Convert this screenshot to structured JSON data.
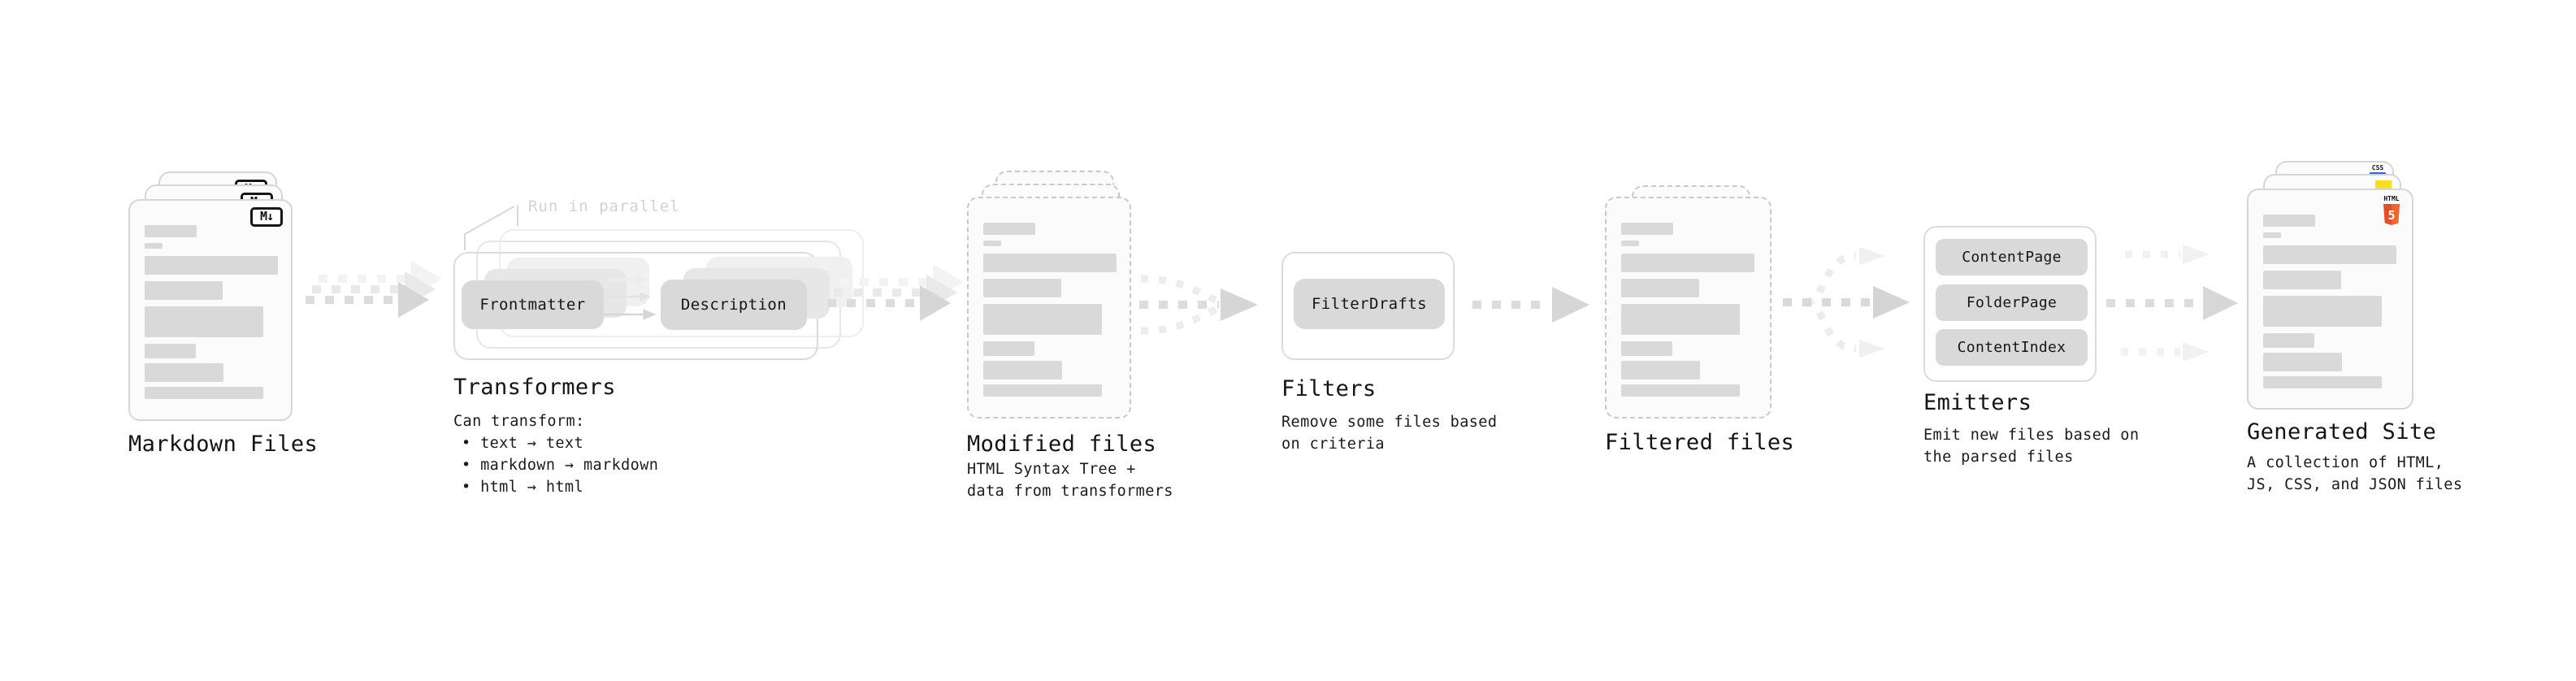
{
  "stages": {
    "markdown_files": {
      "label": "Markdown Files",
      "badge": "M↓"
    },
    "transformers": {
      "label": "Transformers",
      "annotation": "Run in parallel",
      "pill_left": "Frontmatter",
      "pill_right": "Description",
      "desc_heading": "Can transform:",
      "bullets": [
        "• text → text",
        "• markdown → markdown",
        "• html → html"
      ]
    },
    "modified_files": {
      "label": "Modified files",
      "desc": [
        "HTML Syntax Tree +",
        "data from transformers"
      ]
    },
    "filters": {
      "label": "Filters",
      "pill": "FilterDrafts",
      "desc": [
        "Remove some files based",
        "on criteria"
      ]
    },
    "filtered_files": {
      "label": "Filtered files"
    },
    "emitters": {
      "label": "Emitters",
      "pills": [
        "ContentPage",
        "FolderPage",
        "ContentIndex"
      ],
      "desc": [
        "Emit new files based on",
        "the parsed files"
      ]
    },
    "generated_site": {
      "label": "Generated Site",
      "desc": [
        "A collection of HTML,",
        "JS, CSS, and JSON files"
      ],
      "badge_css": "CSS",
      "badge_html": "HTML",
      "badge_html_number": "5"
    }
  },
  "colors": {
    "html5_orange": "#e44d26",
    "html5_orange_light": "#f16529",
    "js_yellow": "#f7df1e",
    "css_blue": "#2965f1",
    "pill_gray": "#d9d9d9",
    "skeleton_gray": "#d9d9d9",
    "annotation_gray": "#d2d2d2"
  }
}
